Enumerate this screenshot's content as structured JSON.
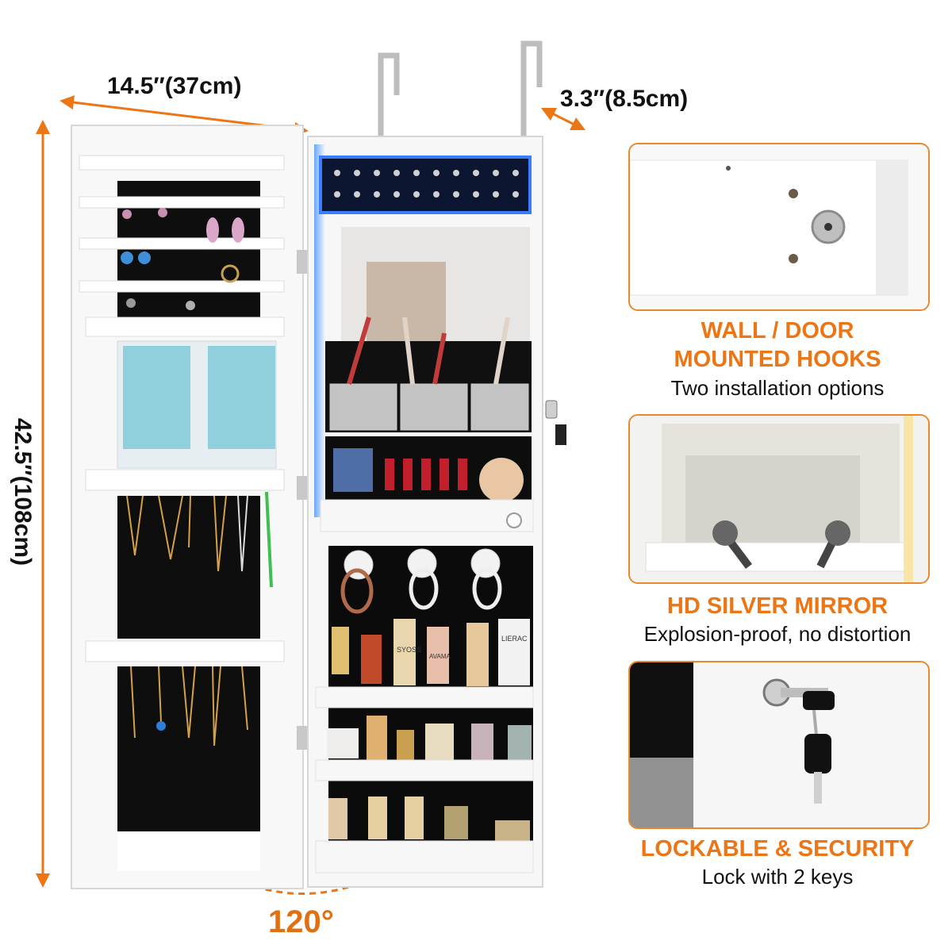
{
  "dimensions": {
    "width": "14.5″(37cm)",
    "depth": "3.3″(8.5cm)",
    "height": "42.5″(108cm)",
    "opening_angle": "120°"
  },
  "features": [
    {
      "title_line1": "WALL / DOOR",
      "title_line2": "MOUNTED HOOKS",
      "subtitle": "Two installation options"
    },
    {
      "title_line1": "HD SILVER MIRROR",
      "title_line2": "",
      "subtitle": "Explosion-proof, no distortion"
    },
    {
      "title_line1": "LOCKABLE & SECURITY",
      "title_line2": "",
      "subtitle": "Lock with 2 keys"
    }
  ],
  "product_labels": {
    "bottle_brand_1": "SYOSS",
    "bottle_brand_2": "LIERAC",
    "bottle_brand_3": "AVAMA"
  },
  "colors": {
    "accent_orange": "#ec7515",
    "cabinet_white": "#f7f7f7",
    "interior_black": "#0d0d0d",
    "led_blue": "#3a7dff"
  }
}
